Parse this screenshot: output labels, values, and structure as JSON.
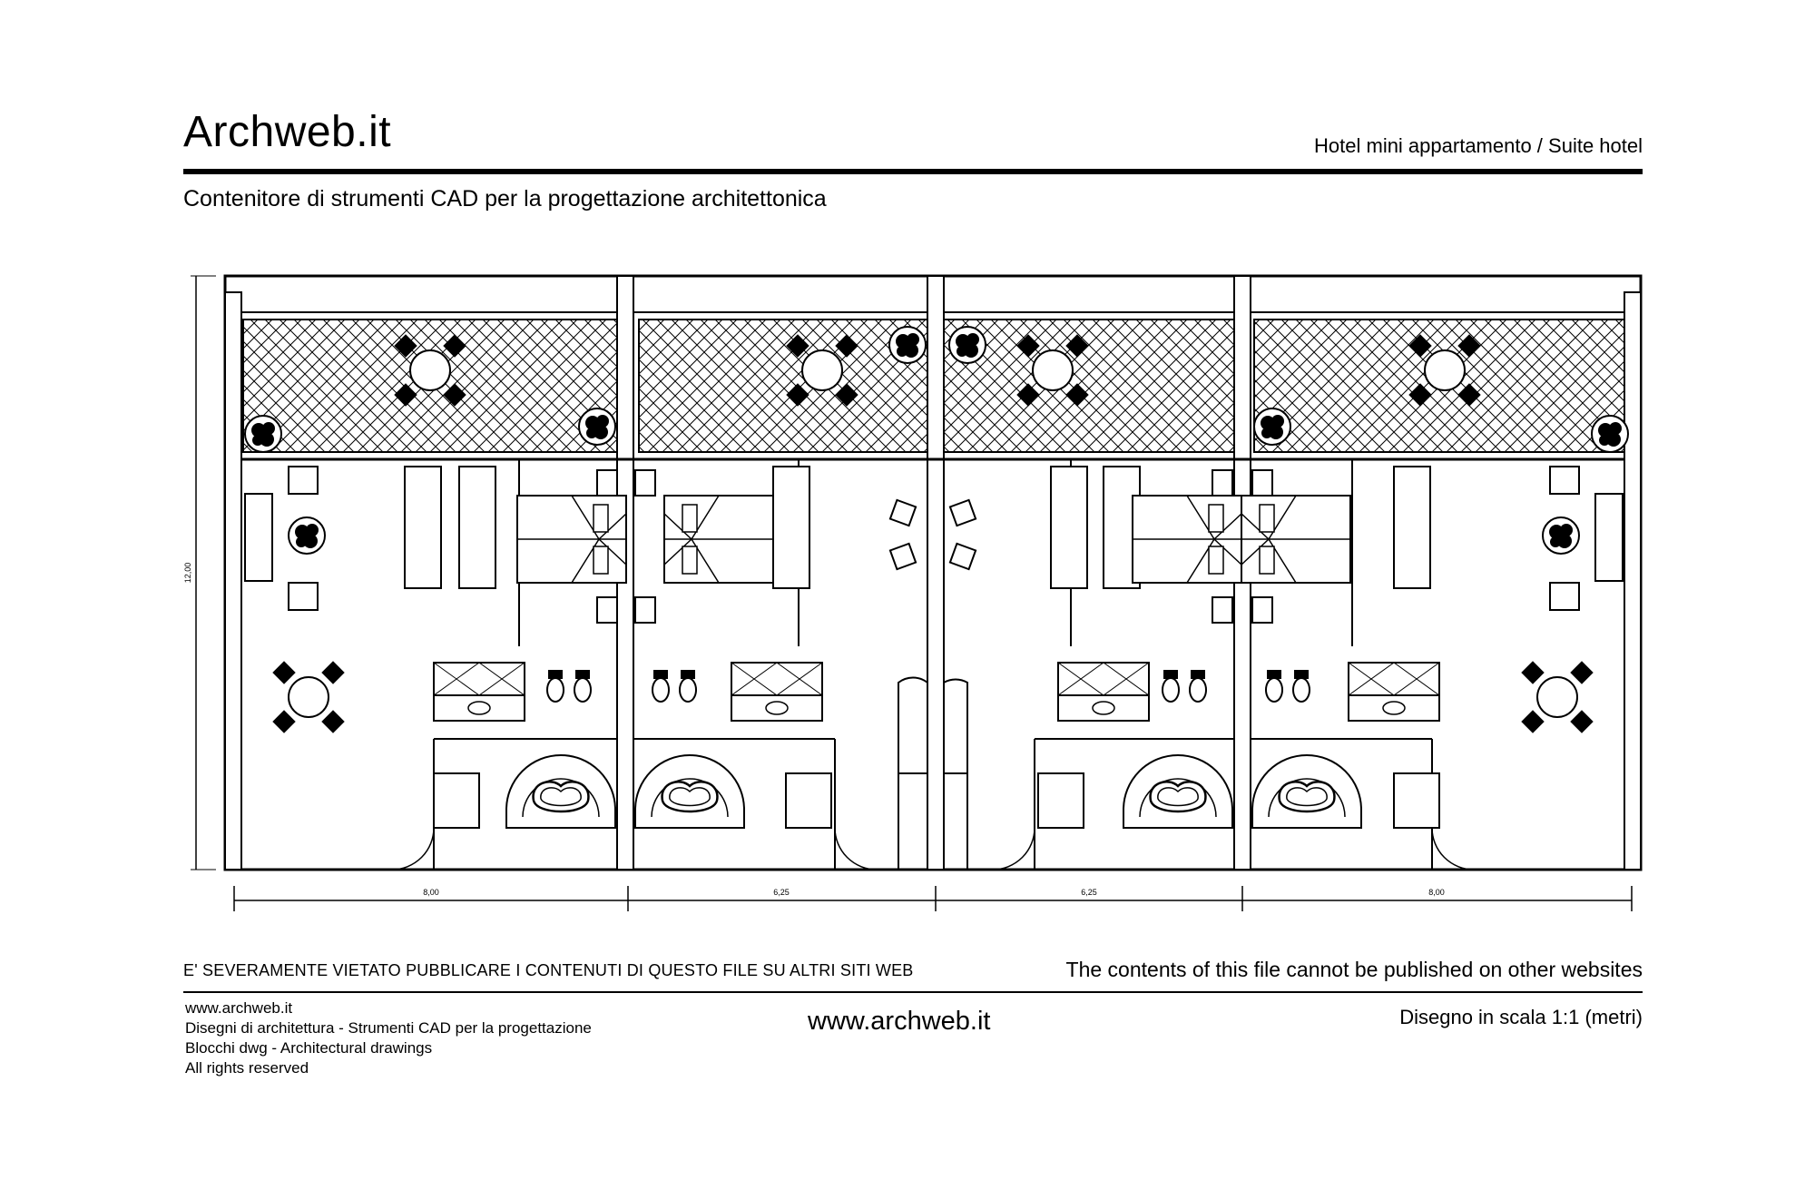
{
  "header": {
    "brand": "Archweb.it",
    "project": "Hotel mini appartamento  /  Suite hotel",
    "tagline": "Contenitore di strumenti CAD per la progettazione architettonica"
  },
  "drawing": {
    "height_dimension": "12,00",
    "width_dimensions": [
      "8,00",
      "6,25",
      "6,25",
      "8,00"
    ]
  },
  "notices": {
    "italian": "E' SEVERAMENTE VIETATO PUBBLICARE I CONTENUTI DI QUESTO FILE SU ALTRI SITI WEB",
    "english": "The contents of this file cannot be published on other websites"
  },
  "footer": {
    "left_lines": [
      "www.archweb.it",
      "Disegni di architettura - Strumenti CAD  per la progettazione",
      "Blocchi dwg - Architectural drawings",
      "All rights reserved"
    ],
    "center": "www.archweb.it",
    "right": "Disegno in scala 1:1 (metri)"
  }
}
